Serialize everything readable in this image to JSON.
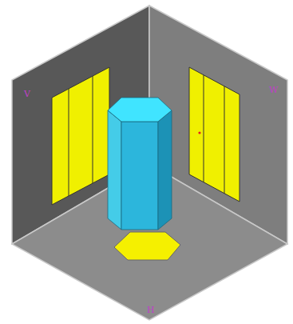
{
  "diagram": {
    "labels": [
      "V",
      "W",
      "H"
    ]
  }
}
